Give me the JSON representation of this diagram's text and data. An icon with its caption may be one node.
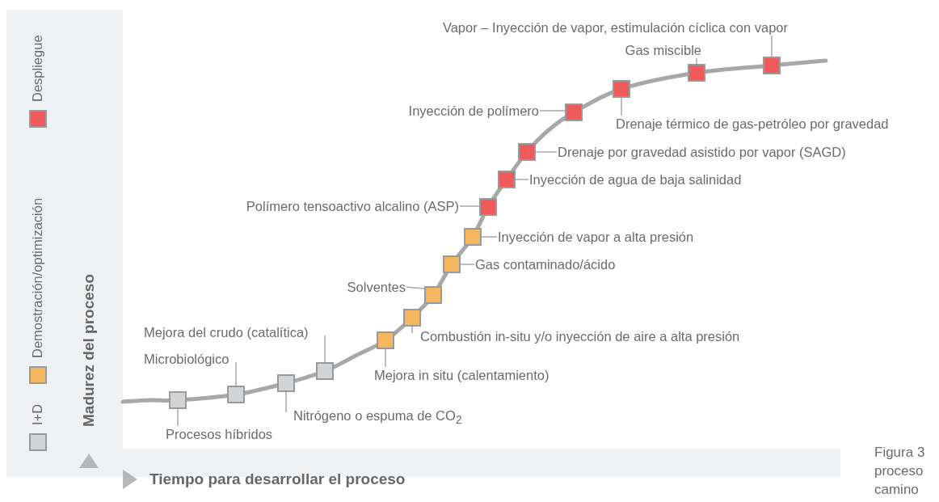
{
  "diagram": {
    "caption": "Figura 3 proceso camino",
    "nodes": [
      {
        "text": [
          "Procesos híbridos"
        ]
      },
      {
        "text": [],
        "shape": "box"
      },
      {
        "text": [
          "Microbiológico"
        ]
      },
      {
        "text": [],
        "shape": "box"
      },
      {
        "text": [
          "Nitrógeno o espuma de CO$_{2}$"
        ]
      },
      {
        "text": [],
        "shape": "box"
      },
      {
        "text": [
          "Mejora del crudo (catalítica)"
        ]
      },
      {
        "text": [],
        "shape": "box"
      },
      {
        "text": [
          "Mejora in situ (calentamiento)"
        ]
      },
      {
        "text": [],
        "shape": "box"
      },
      {
        "text": [
          "Combustión in-situ y/o inyección de aire a alta presión"
        ]
      },
      {
        "text": [],
        "shape": "box"
      },
      {
        "text": [
          "Solventes"
        ]
      },
      {
        "text": [],
        "shape": "box"
      },
      {
        "text": [
          "Gas contaminado/ácido"
        ]
      },
      {
        "text": [],
        "shape": "box"
      },
      {
        "text": [
          "Inyección de vapor a alta presión"
        ]
      },
      {
        "text": [],
        "shape": "box"
      },
      {
        "text": [
          "Polímero tensoactivo alcalino (ASP)"
        ]
      },
      {
        "text": [],
        "shape": "box"
      },
      {
        "text": [
          "Inyección de agua de baja salinidad"
        ]
      },
      {
        "text": [],
        "shape": "box"
      },
      {
        "text": [
          "Drenaje por gravedad asistido por vapor (SAGD)"
        ]
      },
      {
        "text": [],
        "shape": "box"
      },
      {
        "text": [
          "Inyección de polímero"
        ]
      },
      {
        "text": [],
        "shape": "box"
      },
      {
        "text": [
          "Drenaje térmico de gas-petróleo por gravedad"
        ]
      },
      {
        "text": [],
        "shape": "box"
      },
      {
        "text": [
          "Gas miscible"
        ]
      },
      {
        "text": [],
        "shape": "box"
      },
      {
        "text": [
          "Vapor – Inyección de vapor, estimulación cíclica con vapor"
        ]
      },
      {
        "text": [],
        "shape": "box"
      }
    ],
    "edges": [
      {
        "from": 0,
        "to": 1,
        "arrow": "none"
      },
      {
        "from": 2,
        "to": 3,
        "arrow": "none"
      },
      {
        "from": 4,
        "to": 5,
        "arrow": "none"
      },
      {
        "from": 6,
        "to": 7,
        "arrow": "none"
      },
      {
        "from": 8,
        "to": 9,
        "arrow": "none"
      },
      {
        "from": 10,
        "to": 11,
        "arrow": "none"
      },
      {
        "from": 12,
        "to": 13,
        "arrow": "none"
      },
      {
        "from": 14,
        "to": 15,
        "arrow": "none"
      },
      {
        "from": 16,
        "to": 17,
        "arrow": "none"
      },
      {
        "from": 18,
        "to": 19,
        "arrow": "none"
      },
      {
        "from": 20,
        "to": 21,
        "arrow": "none"
      },
      {
        "from": 22,
        "to": 23,
        "arrow": "none"
      },
      {
        "from": 24,
        "to": 25,
        "arrow": "none"
      },
      {
        "from": 26,
        "to": 27,
        "arrow": "none"
      },
      {
        "from": 28,
        "to": 29,
        "arrow": "none"
      },
      {
        "from": 30,
        "to": 31,
        "arrow": "none"
      }
    ],
    "labels": [
      "Madurez del proceso",
      "Tiempo para desarrollar el proceso"
    ],
    "legend": [
      {
        "text": "I+D",
        "color": "#d3d4d6"
      },
      {
        "text": "Demostración/optimización",
        "color": "#f5b65e"
      },
      {
        "text": "Despliegue",
        "color": "#ef5a5a"
      }
    ]
  }
}
